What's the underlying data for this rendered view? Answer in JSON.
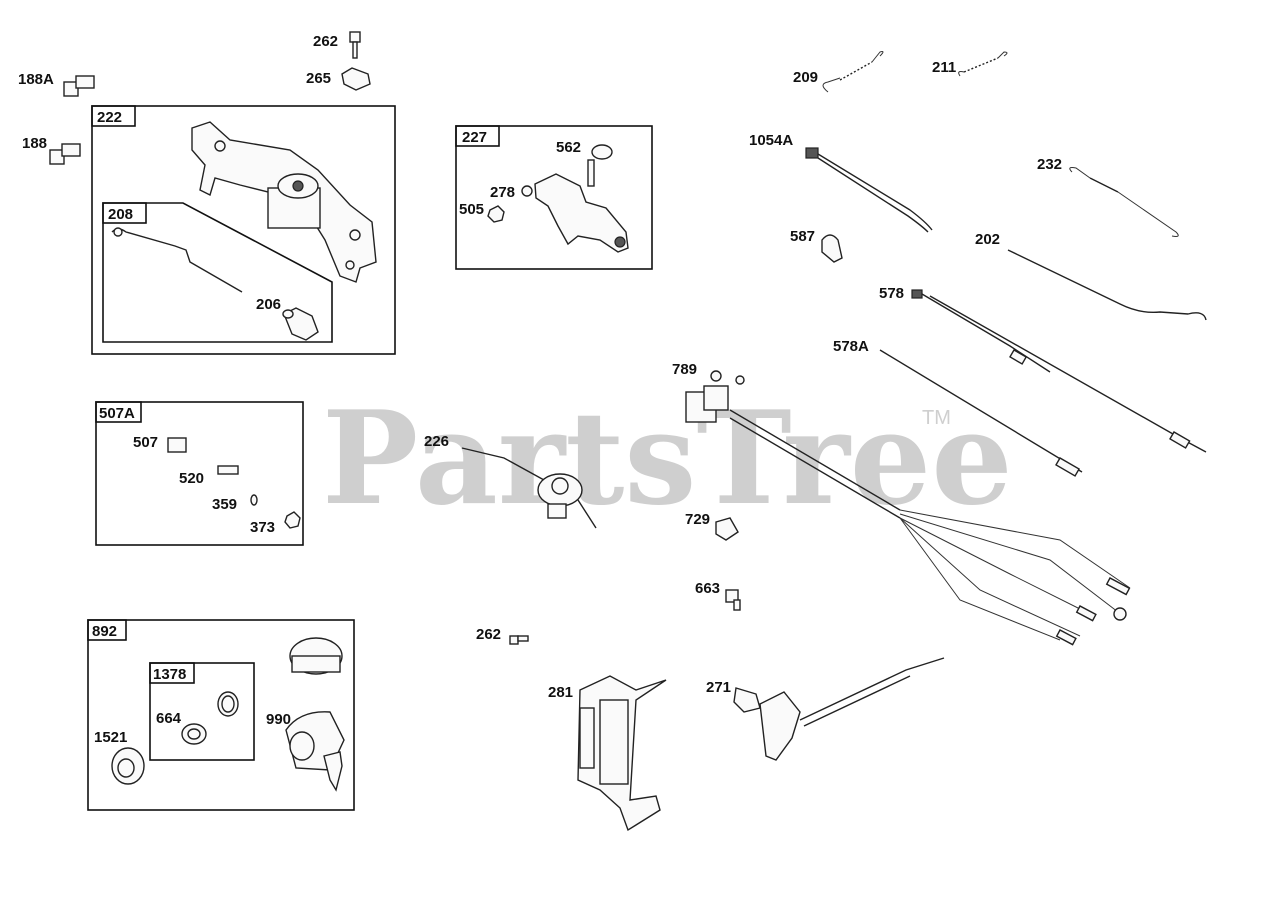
{
  "watermark": {
    "text": "PartsTree",
    "trademark": "TM"
  },
  "callouts": {
    "c262a": "262",
    "c188A": "188A",
    "c265": "265",
    "c188": "188",
    "c206": "206",
    "c209": "209",
    "c211": "211",
    "c1054A": "1054A",
    "c232": "232",
    "c562": "562",
    "c278": "278",
    "c505": "505",
    "c587": "587",
    "c202": "202",
    "c578": "578",
    "c578A": "578A",
    "c789": "789",
    "c507": "507",
    "c226": "226",
    "c520": "520",
    "c359": "359",
    "c373": "373",
    "c729": "729",
    "c663": "663",
    "c262b": "262",
    "c281": "281",
    "c271": "271",
    "c664": "664",
    "c990": "990",
    "c1521": "1521"
  },
  "boxes": {
    "b222": "222",
    "b208": "208",
    "b227": "227",
    "b507A": "507A",
    "b892": "892",
    "b1378": "1378"
  }
}
